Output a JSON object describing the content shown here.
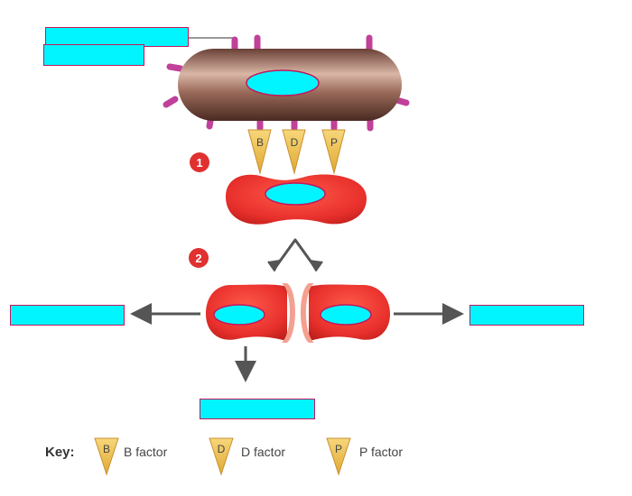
{
  "factors": {
    "b": "B",
    "d": "D",
    "p": "P"
  },
  "steps": {
    "one": "1",
    "two": "2"
  },
  "key": {
    "title": "Key:",
    "b_letter": "B",
    "b_label": "B factor",
    "d_letter": "D",
    "d_label": "D factor",
    "p_letter": "P",
    "p_label": "P factor"
  },
  "colors": {
    "label_fill": "#00f5ff",
    "label_border": "#c2185b",
    "rbc_red": "#e8302c",
    "bacterium_brown": "#8a5a4c",
    "receptor_pink": "#c0409a",
    "factor_yellow": "#f2c14e",
    "step_badge": "#e03030",
    "arrow_gray": "#555555"
  }
}
